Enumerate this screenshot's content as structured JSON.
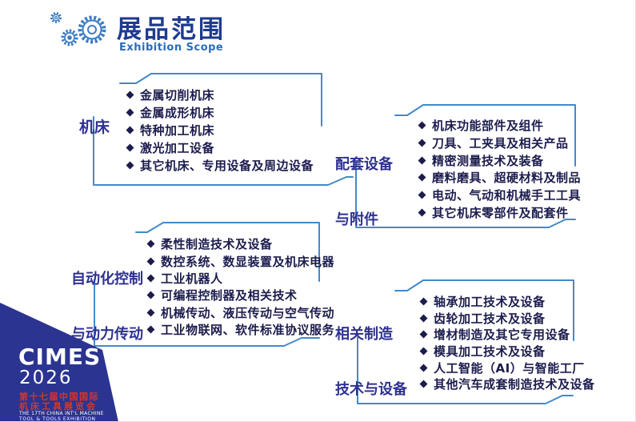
{
  "header": {
    "title": "展品范围",
    "subtitle": "Exhibition Scope"
  },
  "sections": [
    {
      "id": "machine-tools",
      "label_lines": [
        "机床"
      ],
      "items": [
        "金属切削机床",
        "金属成形机床",
        "特种加工机床",
        "激光加工设备",
        "其它机床、专用设备及周边设备"
      ]
    },
    {
      "id": "supporting-equipment-accessories",
      "label_lines": [
        "配套设备",
        "与附件"
      ],
      "items": [
        "机床功能部件及组件",
        "刀具、工夹具及相关产品",
        "精密测量技术及装备",
        "磨料磨具、超硬材料及制品",
        "电动、气动和机械手工工具",
        "其它机床零部件及配套件"
      ]
    },
    {
      "id": "automation-control-power-transmission",
      "label_lines": [
        "自动化控制",
        "与动力传动"
      ],
      "items": [
        "柔性制造技术及设备",
        "数控系统、数显装置及机床电器",
        "工业机器人",
        "可编程控制器及相关技术",
        "机械传动、液压传动与空气传动",
        "工业物联网、软件标准协议服务"
      ]
    },
    {
      "id": "related-manufacturing-tech-equipment",
      "label_lines": [
        "相关制造",
        "技术与设备"
      ],
      "items": [
        "轴承加工技术及设备",
        "齿轮加工技术及设备",
        "增材制造及其它专用设备",
        "模具加工技术及设备",
        "人工智能（AI）与智能工厂",
        "其他汽车成套制造技术及设备"
      ]
    }
  ],
  "logo": {
    "brand": "CIMES",
    "year": "2026",
    "cn_line1": "第十七届中国国际",
    "cn_line2": "机床工具展览会",
    "en_line1": "THE 17TH CHINA INT'L MACHINE",
    "en_line2": "TOOL & TOOLS  EXHIBITION"
  },
  "colors": {
    "accent_border_blue": "#4289cc",
    "title_navy": "#1e3a8f",
    "subtitle_blue": "#2b6cb8",
    "section_label_indigo": "#2e3192",
    "item_text_navy": "#1c1c4e",
    "logo_navy": "#2b3490",
    "logo_red": "#d0392b"
  }
}
